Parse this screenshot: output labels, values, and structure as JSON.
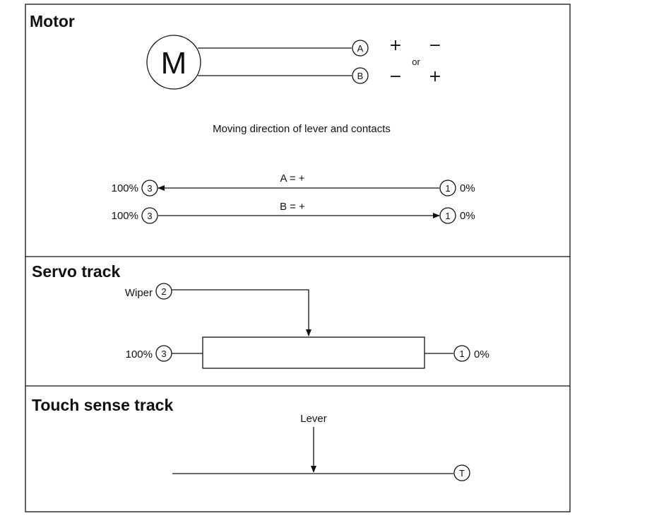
{
  "motor": {
    "title": "Motor",
    "motor_symbol": "M",
    "terminal_a": "A",
    "terminal_b": "B",
    "polarity": {
      "row1_left": "+",
      "row1_right": "−",
      "or": "or",
      "row2_left": "−",
      "row2_right": "+"
    },
    "moving_direction_caption": "Moving direction of lever and contacts",
    "direction_a": {
      "label": "A = +",
      "left_percent": "100%",
      "left_contact": "3",
      "right_contact": "1",
      "right_percent": "0%"
    },
    "direction_b": {
      "label": "B = +",
      "left_percent": "100%",
      "left_contact": "3",
      "right_contact": "1",
      "right_percent": "0%"
    }
  },
  "servo": {
    "title": "Servo track",
    "wiper_label": "Wiper",
    "wiper_contact": "2",
    "left_percent": "100%",
    "left_contact": "3",
    "right_contact": "1",
    "right_percent": "0%"
  },
  "touch": {
    "title": "Touch sense track",
    "lever_label": "Lever",
    "terminal": "T"
  }
}
